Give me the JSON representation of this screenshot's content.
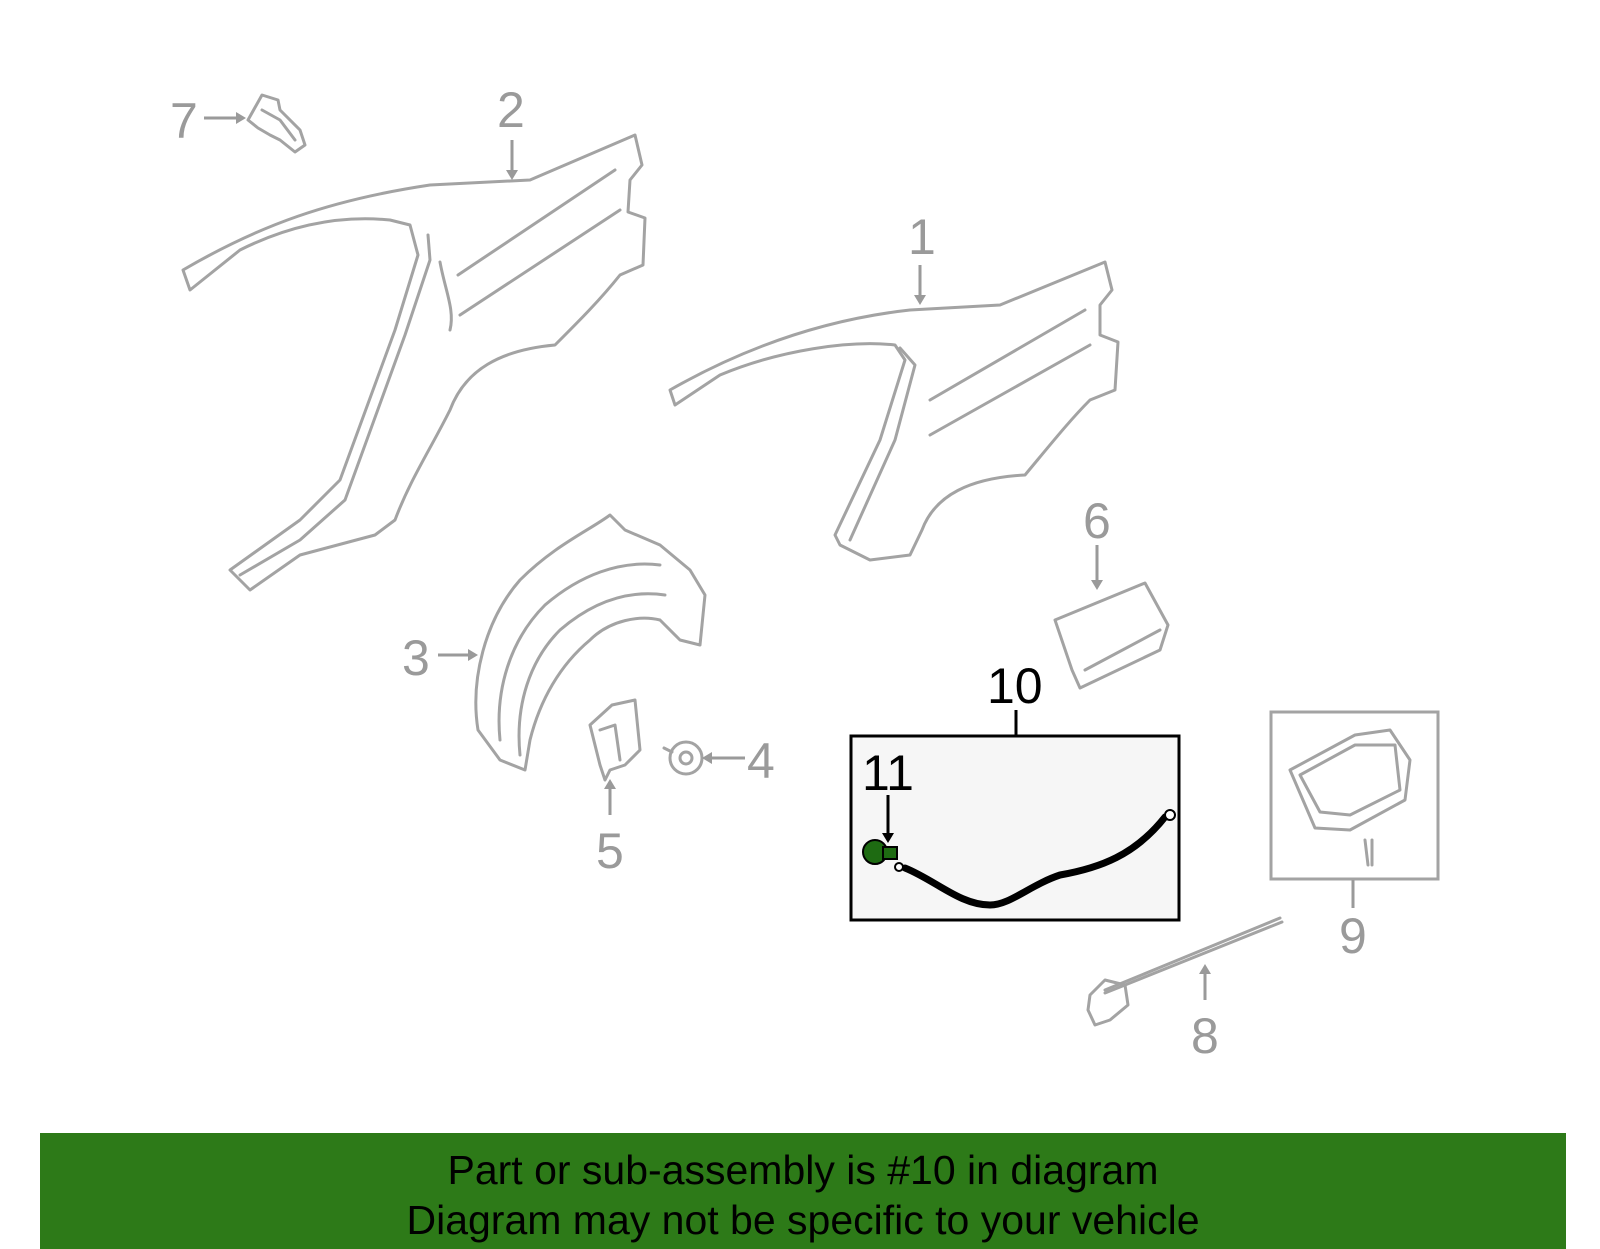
{
  "callouts": {
    "c1": "1",
    "c2": "2",
    "c3": "3",
    "c4": "4",
    "c5": "5",
    "c6": "6",
    "c7": "7",
    "c8": "8",
    "c9": "9",
    "c10": "10",
    "c11": "11"
  },
  "highlight_part": "10",
  "colors": {
    "banner": "#2d7a18",
    "highlight_box": "#f6f6f6",
    "part_lines": "#a3a3a3",
    "highlight_component": "#1e6b12"
  },
  "banner": {
    "line1": "Part or sub-assembly is #10 in diagram",
    "line2": "Diagram may not be specific to your vehicle"
  }
}
